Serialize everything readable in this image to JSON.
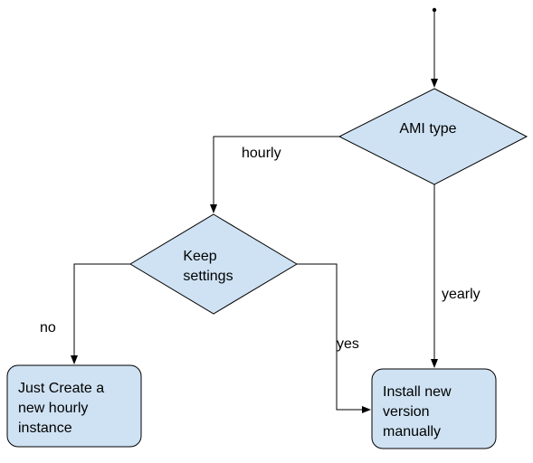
{
  "diagram": {
    "type": "flowchart",
    "colors": {
      "node_fill": "#cfe2f3",
      "stroke": "#000000",
      "text": "#000000"
    },
    "nodes": {
      "ami_type": {
        "shape": "diamond",
        "lines": [
          "AMI type"
        ]
      },
      "keep_settings": {
        "shape": "diamond",
        "lines": [
          "Keep",
          "settings"
        ]
      },
      "create_hourly": {
        "shape": "rounded-rectangle",
        "lines": [
          "Just Create a",
          "new hourly",
          "instance"
        ]
      },
      "install_manual": {
        "shape": "rounded-rectangle",
        "lines": [
          "Install new",
          "version",
          "manually"
        ]
      }
    },
    "edges": [
      {
        "from": "start",
        "to": "ami_type",
        "label": ""
      },
      {
        "from": "ami_type",
        "to": "keep_settings",
        "label": "hourly"
      },
      {
        "from": "ami_type",
        "to": "install_manual",
        "label": "yearly"
      },
      {
        "from": "keep_settings",
        "to": "create_hourly",
        "label": "no"
      },
      {
        "from": "keep_settings",
        "to": "install_manual",
        "label": "yes"
      }
    ]
  }
}
